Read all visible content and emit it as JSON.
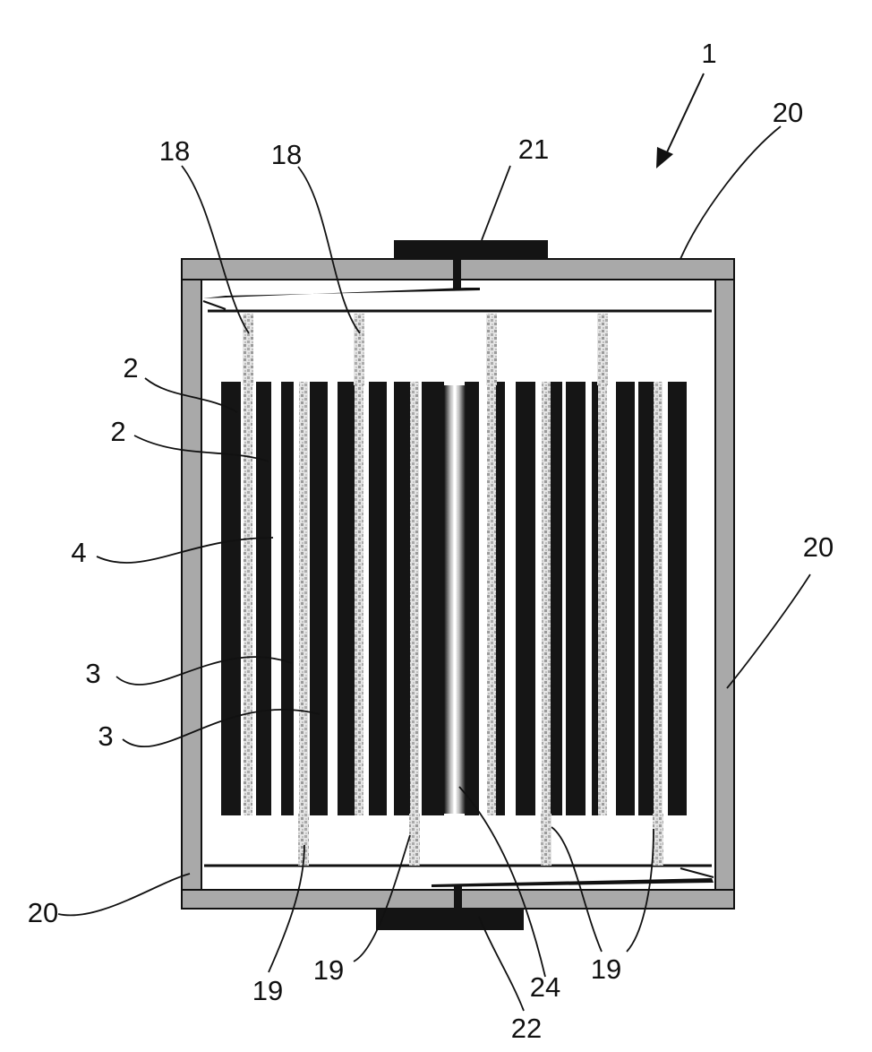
{
  "figure": {
    "reference_numerals": {
      "device": "1",
      "top_left_18": "18",
      "top_mid_18": "18",
      "top_terminal": "21",
      "top_housing_20": "20",
      "right_housing_20": "20",
      "left_bottom_housing_20": "20",
      "electrode_2a": "2",
      "electrode_2b": "2",
      "separator_4": "4",
      "electrode_3a": "3",
      "electrode_3b": "3",
      "bottom_19_a": "19",
      "bottom_19_b": "19",
      "bottom_19_c": "19",
      "bottom_19_d": "19",
      "bottom_terminal": "22",
      "gap_24": "24"
    },
    "colors": {
      "housing_fill": "#a9a9a9",
      "housing_stroke": "#111111",
      "electrode_dark": "#151515",
      "terminal_fill": "#141414",
      "tab_speckle": "#c9c9c9",
      "line": "#111111"
    }
  }
}
